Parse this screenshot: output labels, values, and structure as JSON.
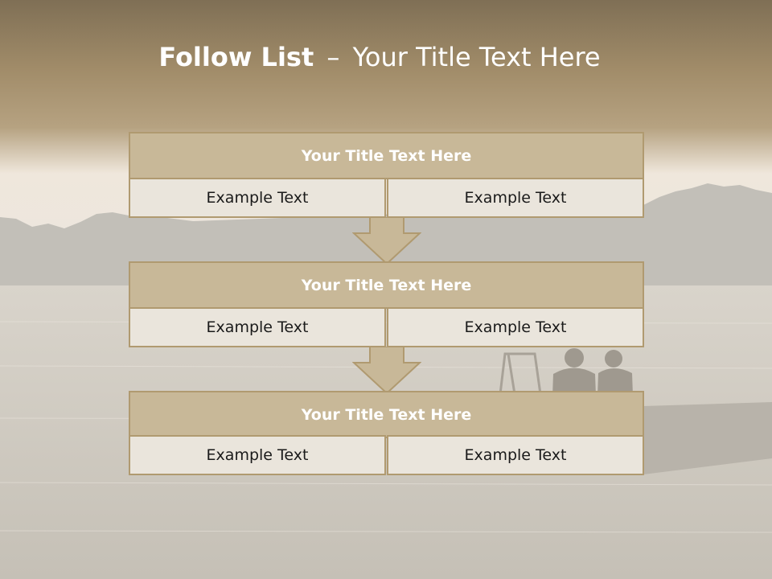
{
  "title": {
    "bold": "Follow List",
    "dash": "–",
    "rest": "Your Title Text Here"
  },
  "blocks": [
    {
      "title": "Your Title Text Here",
      "cells": [
        "Example Text",
        "Example Text"
      ]
    },
    {
      "title": "Your Title Text Here",
      "cells": [
        "Example Text",
        "Example Text"
      ]
    },
    {
      "title": "Your Title Text Here",
      "cells": [
        "Example Text",
        "Example Text"
      ]
    }
  ],
  "colors": {
    "header_fill": "#c8b898",
    "border": "#b09a70",
    "cell_fill": "#eae5dc",
    "arrow_fill": "#c8b898"
  }
}
